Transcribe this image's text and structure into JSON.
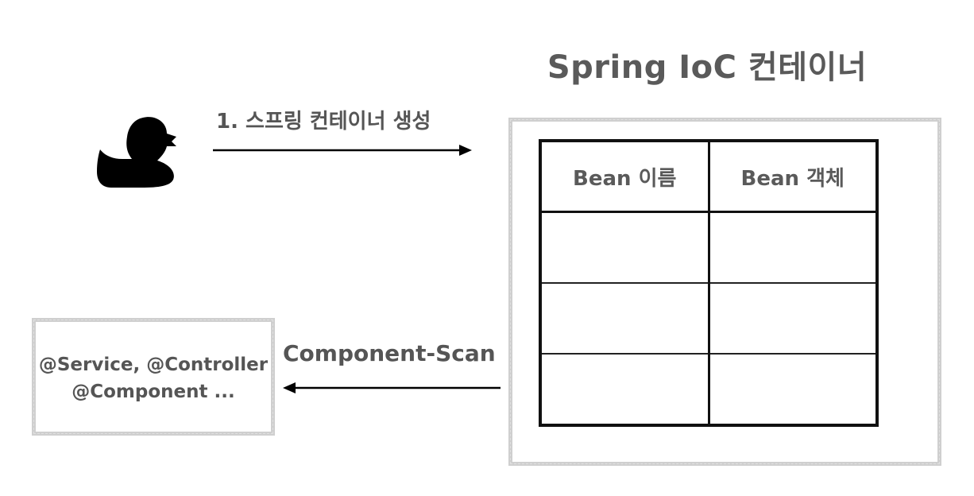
{
  "diagram": {
    "title": "Spring IoC 컨테이너",
    "step1_label": "1. 스프링 컨테이너 생성",
    "scan_label": "Component-Scan",
    "scan_box": {
      "line1": "@Service, @Controller",
      "line2": "@Component ..."
    },
    "bean_table": {
      "headers": [
        "Bean 이름",
        "Bean 객체"
      ],
      "rows": [
        [
          "",
          ""
        ],
        [
          "",
          ""
        ],
        [
          "",
          ""
        ]
      ]
    },
    "icons": {
      "developer": "duck-icon"
    },
    "colors": {
      "text": "#555555",
      "box_border": "#cfcfcf",
      "table_border": "#111111"
    }
  }
}
